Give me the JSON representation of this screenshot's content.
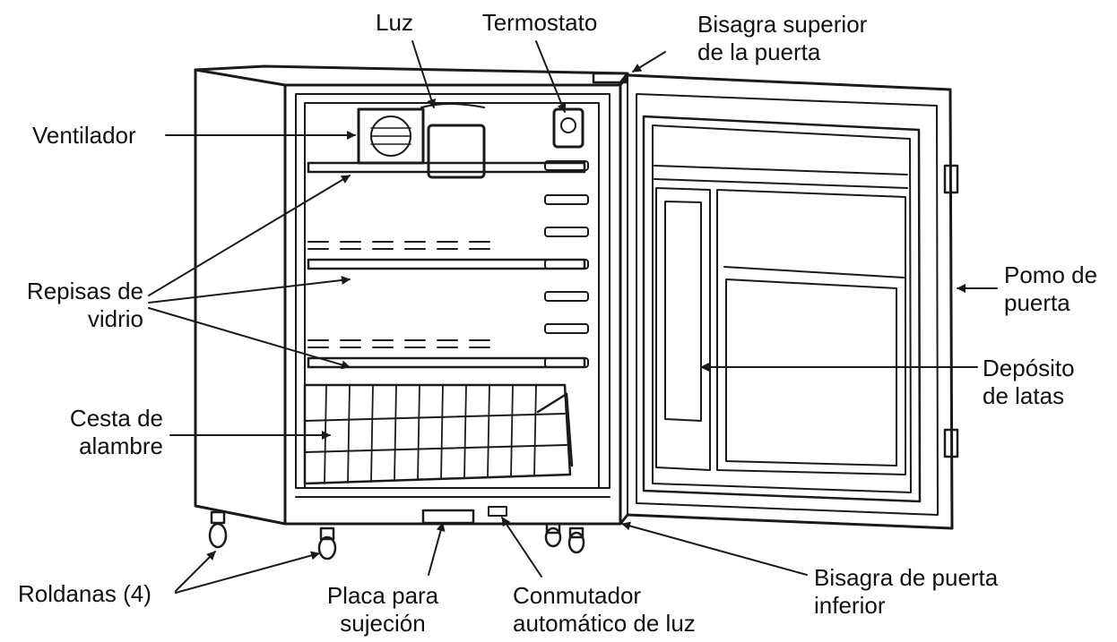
{
  "labels": {
    "luz": "Luz",
    "termostato": "Termostato",
    "bisagra_superior": [
      "Bisagra superior",
      "de la puerta"
    ],
    "ventilador": "Ventilador",
    "repisas": [
      "Repisas de",
      "vidrio"
    ],
    "pomo": [
      "Pomo de",
      "puerta"
    ],
    "deposito": [
      "Depósito",
      "de latas"
    ],
    "cesta": [
      "Cesta de",
      "alambre"
    ],
    "roldanas": "Roldanas (4)",
    "placa": [
      "Placa para",
      "sujeción"
    ],
    "conmutador": [
      "Conmutador",
      "automático de luz"
    ],
    "bisagra_inferior": [
      "Bisagra de puerta",
      "inferior"
    ]
  }
}
